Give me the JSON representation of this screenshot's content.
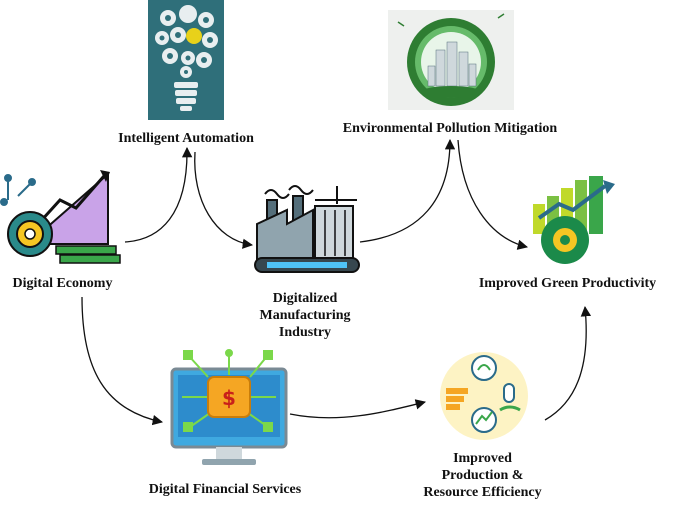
{
  "nodes": {
    "intelligent_automation": "Intelligent Automation",
    "environmental_pollution_mitigation": "Environmental Pollution Mitigation",
    "digital_economy": "Digital Economy",
    "digitalized_manufacturing_industry": "Digitalized Manufacturing Industry",
    "improved_green_productivity": "Improved Green Productivity",
    "digital_financial_services": "Digital Financial Services",
    "improved_production_resource_efficiency": "Improved Production & Resource Efficiency"
  },
  "icons": {
    "intelligent_automation": "lightbulb-gears-icon",
    "environmental_pollution_mitigation": "green-city-icon",
    "digital_economy": "digital-economy-chart-gear-icon",
    "digitalized_manufacturing_industry": "factory-icon",
    "improved_green_productivity": "green-growth-chart-icon",
    "digital_financial_services": "digital-finance-monitor-icon",
    "improved_production_resource_efficiency": "resource-efficiency-icon"
  },
  "edges": [
    [
      "digital_economy",
      "intelligent_automation"
    ],
    [
      "intelligent_automation",
      "digitalized_manufacturing_industry"
    ],
    [
      "digitalized_manufacturing_industry",
      "environmental_pollution_mitigation"
    ],
    [
      "environmental_pollution_mitigation",
      "improved_green_productivity"
    ],
    [
      "digital_economy",
      "digital_financial_services"
    ],
    [
      "digital_financial_services",
      "improved_production_resource_efficiency"
    ],
    [
      "improved_production_resource_efficiency",
      "improved_green_productivity"
    ]
  ],
  "colors": {
    "arrow": "#111111",
    "purple": "#c9a3e8",
    "teal": "#2a8a8a",
    "green": "#3aa64a",
    "orange": "#f5a623"
  }
}
